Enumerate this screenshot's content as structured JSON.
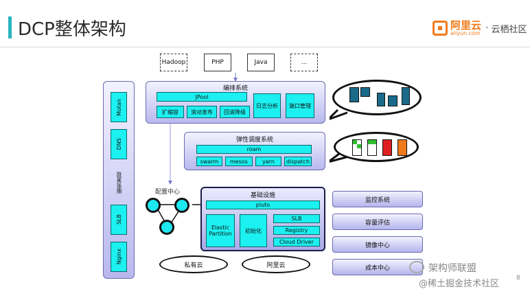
{
  "title": "DCP整体架构",
  "logo": {
    "main": "阿里云",
    "sub": "aliyun.com",
    "separator": "·",
    "community": "云栖社区"
  },
  "top_boxes": [
    {
      "label": "Hadoop",
      "style": "dashed"
    },
    {
      "label": "PHP",
      "style": "solid"
    },
    {
      "label": "Java",
      "style": "solid"
    },
    {
      "label": "...",
      "style": "dashed"
    }
  ],
  "left_column": {
    "items": [
      "Motan",
      "DNS",
      "SLB",
      "Nginx"
    ],
    "label": "服务发现"
  },
  "orchestration": {
    "title": "编排系统",
    "jpool": "JPool",
    "subs": [
      "扩缩容",
      "滚动发布",
      "回滚降级"
    ],
    "right": [
      "日志分析",
      "端口管理"
    ]
  },
  "scheduler": {
    "title": "弹性调度系统",
    "roam": "roam",
    "items": [
      "swarm",
      "mesos",
      "yarn",
      "dispatch"
    ]
  },
  "config_center": "配置中心",
  "infra": {
    "title": "基础设施",
    "pluto": "pluto",
    "elastic": "Elastic Partition",
    "init": "初始化",
    "right": [
      "SLB",
      "Registry",
      "Cloud Driver"
    ]
  },
  "clouds": [
    "私有云",
    "阿里云"
  ],
  "side_buttons": [
    "监控系统",
    "容量评估",
    "镜像中心",
    "成本中心"
  ],
  "watermark": {
    "line1": "架构师联盟",
    "line2": "@稀土掘金技术社区"
  },
  "page_number": "8",
  "colors": {
    "accent": "#2bb3c0",
    "cyan": "#1cf0f0",
    "panel": "#b8b8ee",
    "brand": "#f07a1a"
  }
}
